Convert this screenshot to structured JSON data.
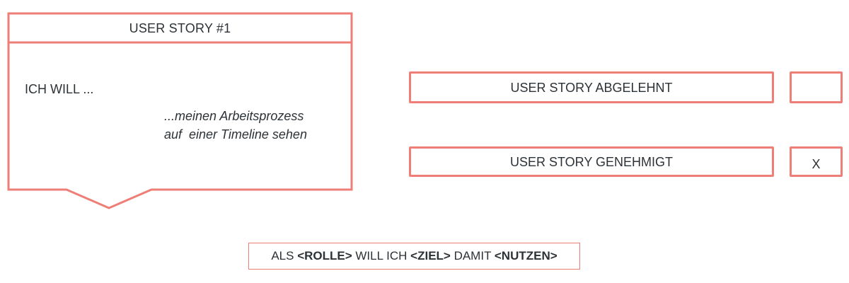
{
  "accent_color": "#ee7e76",
  "text_color": "#2c3236",
  "story_card": {
    "title": "USER STORY #1",
    "lead": "ICH WILL ...",
    "goal_lines": [
      "...meinen Arbeitsprozess",
      "auf  einer Timeline sehen"
    ]
  },
  "status": {
    "rejected": {
      "label": "USER STORY ABGELEHNT",
      "mark": ""
    },
    "approved": {
      "label": "USER STORY GENEHMIGT",
      "mark": "X"
    }
  },
  "template": {
    "parts": [
      "ALS ",
      "<ROLLE>",
      " WILL ICH ",
      "<ZIEL>",
      " DAMIT ",
      "<NUTZEN>"
    ]
  }
}
